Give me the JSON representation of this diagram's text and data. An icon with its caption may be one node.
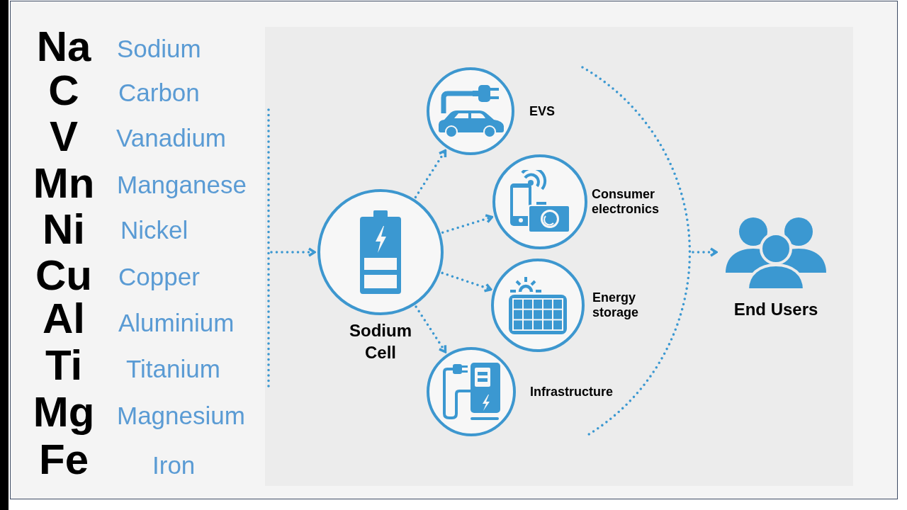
{
  "diagram": {
    "nodes": [
      {
        "text": [
          "Sodium Cell"
        ]
      },
      {
        "text": [
          "EVS"
        ]
      },
      {
        "text": [
          "Consumer electronics"
        ]
      },
      {
        "text": [
          "Energy storage"
        ]
      },
      {
        "text": [
          "Infrastructure"
        ]
      },
      {
        "text": [
          "End Users"
        ]
      }
    ],
    "edges": [
      {
        "from": null,
        "to": 0,
        "arrow": "to",
        "style": "dashed"
      },
      {
        "from": 0,
        "to": 1,
        "arrow": "to",
        "style": "dashed"
      },
      {
        "from": 0,
        "to": 2,
        "arrow": "to",
        "style": "dashed"
      },
      {
        "from": 0,
        "to": 3,
        "arrow": "to",
        "style": "dashed"
      },
      {
        "from": 0,
        "to": 4,
        "arrow": "to",
        "style": "dashed"
      },
      {
        "from": null,
        "to": 5,
        "arrow": "to",
        "style": "dashed"
      }
    ],
    "labels": [
      "Na",
      "Sodium",
      "C",
      "Carbon",
      "V",
      "Vanadium",
      "Mn",
      "Manganese",
      "Ni",
      "Nickel",
      "Cu",
      "Copper",
      "Al",
      "Aluminium",
      "Ti",
      "Titanium",
      "Mg",
      "Magnesium",
      "Fe",
      "Iron"
    ]
  }
}
